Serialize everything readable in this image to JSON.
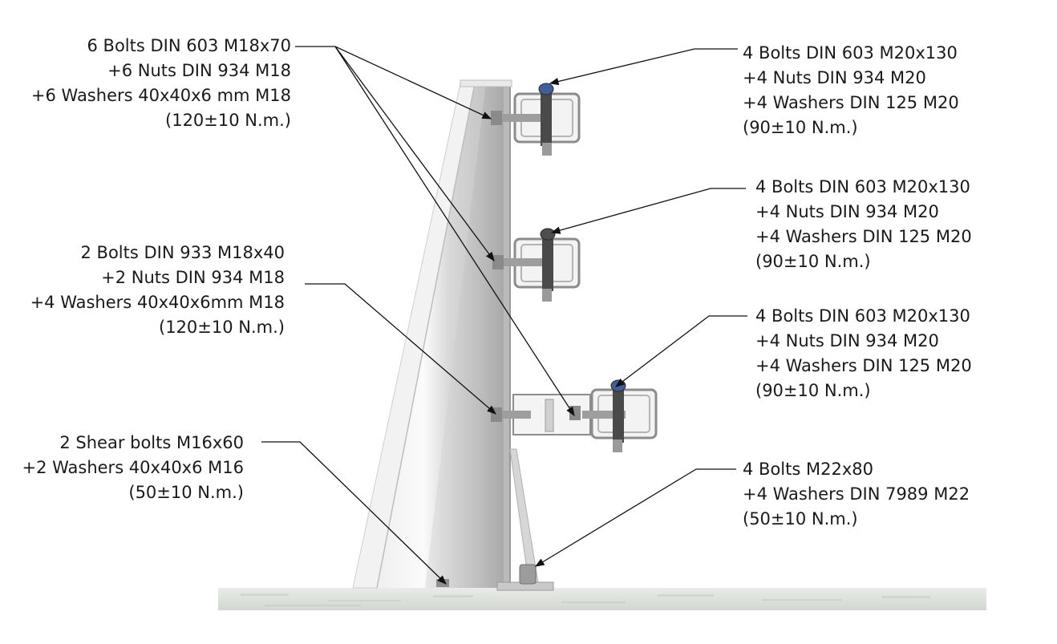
{
  "callouts": {
    "left_top": [
      "6 Bolts DIN 603 M18x70",
      "+6 Nuts DIN 934 M18",
      "+6 Washers 40x40x6 mm M18",
      "(120±10 N.m.)"
    ],
    "left_mid": [
      "2 Bolts DIN 933 M18x40",
      "+2 Nuts DIN 934 M18",
      "+4 Washers 40x40x6mm M18",
      "(120±10 N.m.)"
    ],
    "left_bottom": [
      "2 Shear bolts M16x60",
      "+2 Washers 40x40x6 M16",
      "(50±10 N.m.)"
    ],
    "right_1": [
      "4 Bolts DIN 603 M20x130",
      "+4 Nuts DIN 934 M20",
      "+4 Washers DIN 125 M20",
      "(90±10 N.m.)"
    ],
    "right_2": [
      "4 Bolts DIN 603 M20x130",
      "+4 Nuts DIN 934 M20",
      "+4 Washers DIN 125 M20",
      "(90±10 N.m.)"
    ],
    "right_3": [
      "4 Bolts DIN 603 M20x130",
      "+4 Nuts DIN 934 M20",
      "+4 Washers DIN 125 M20",
      "(90±10 N.m.)"
    ],
    "right_4": [
      "4 Bolts M22x80",
      "+4 Washers DIN 7989 M22",
      "(50±10 N.m.)"
    ]
  },
  "colors": {
    "post_light": "#f4f4f4",
    "post_mid": "#d8d8d8",
    "post_dark": "#a9a9a9",
    "ground": "#e3e5e2",
    "leader": "#111111",
    "text": "#1a1a1a",
    "bolt_accent": "#3f5f9a"
  }
}
